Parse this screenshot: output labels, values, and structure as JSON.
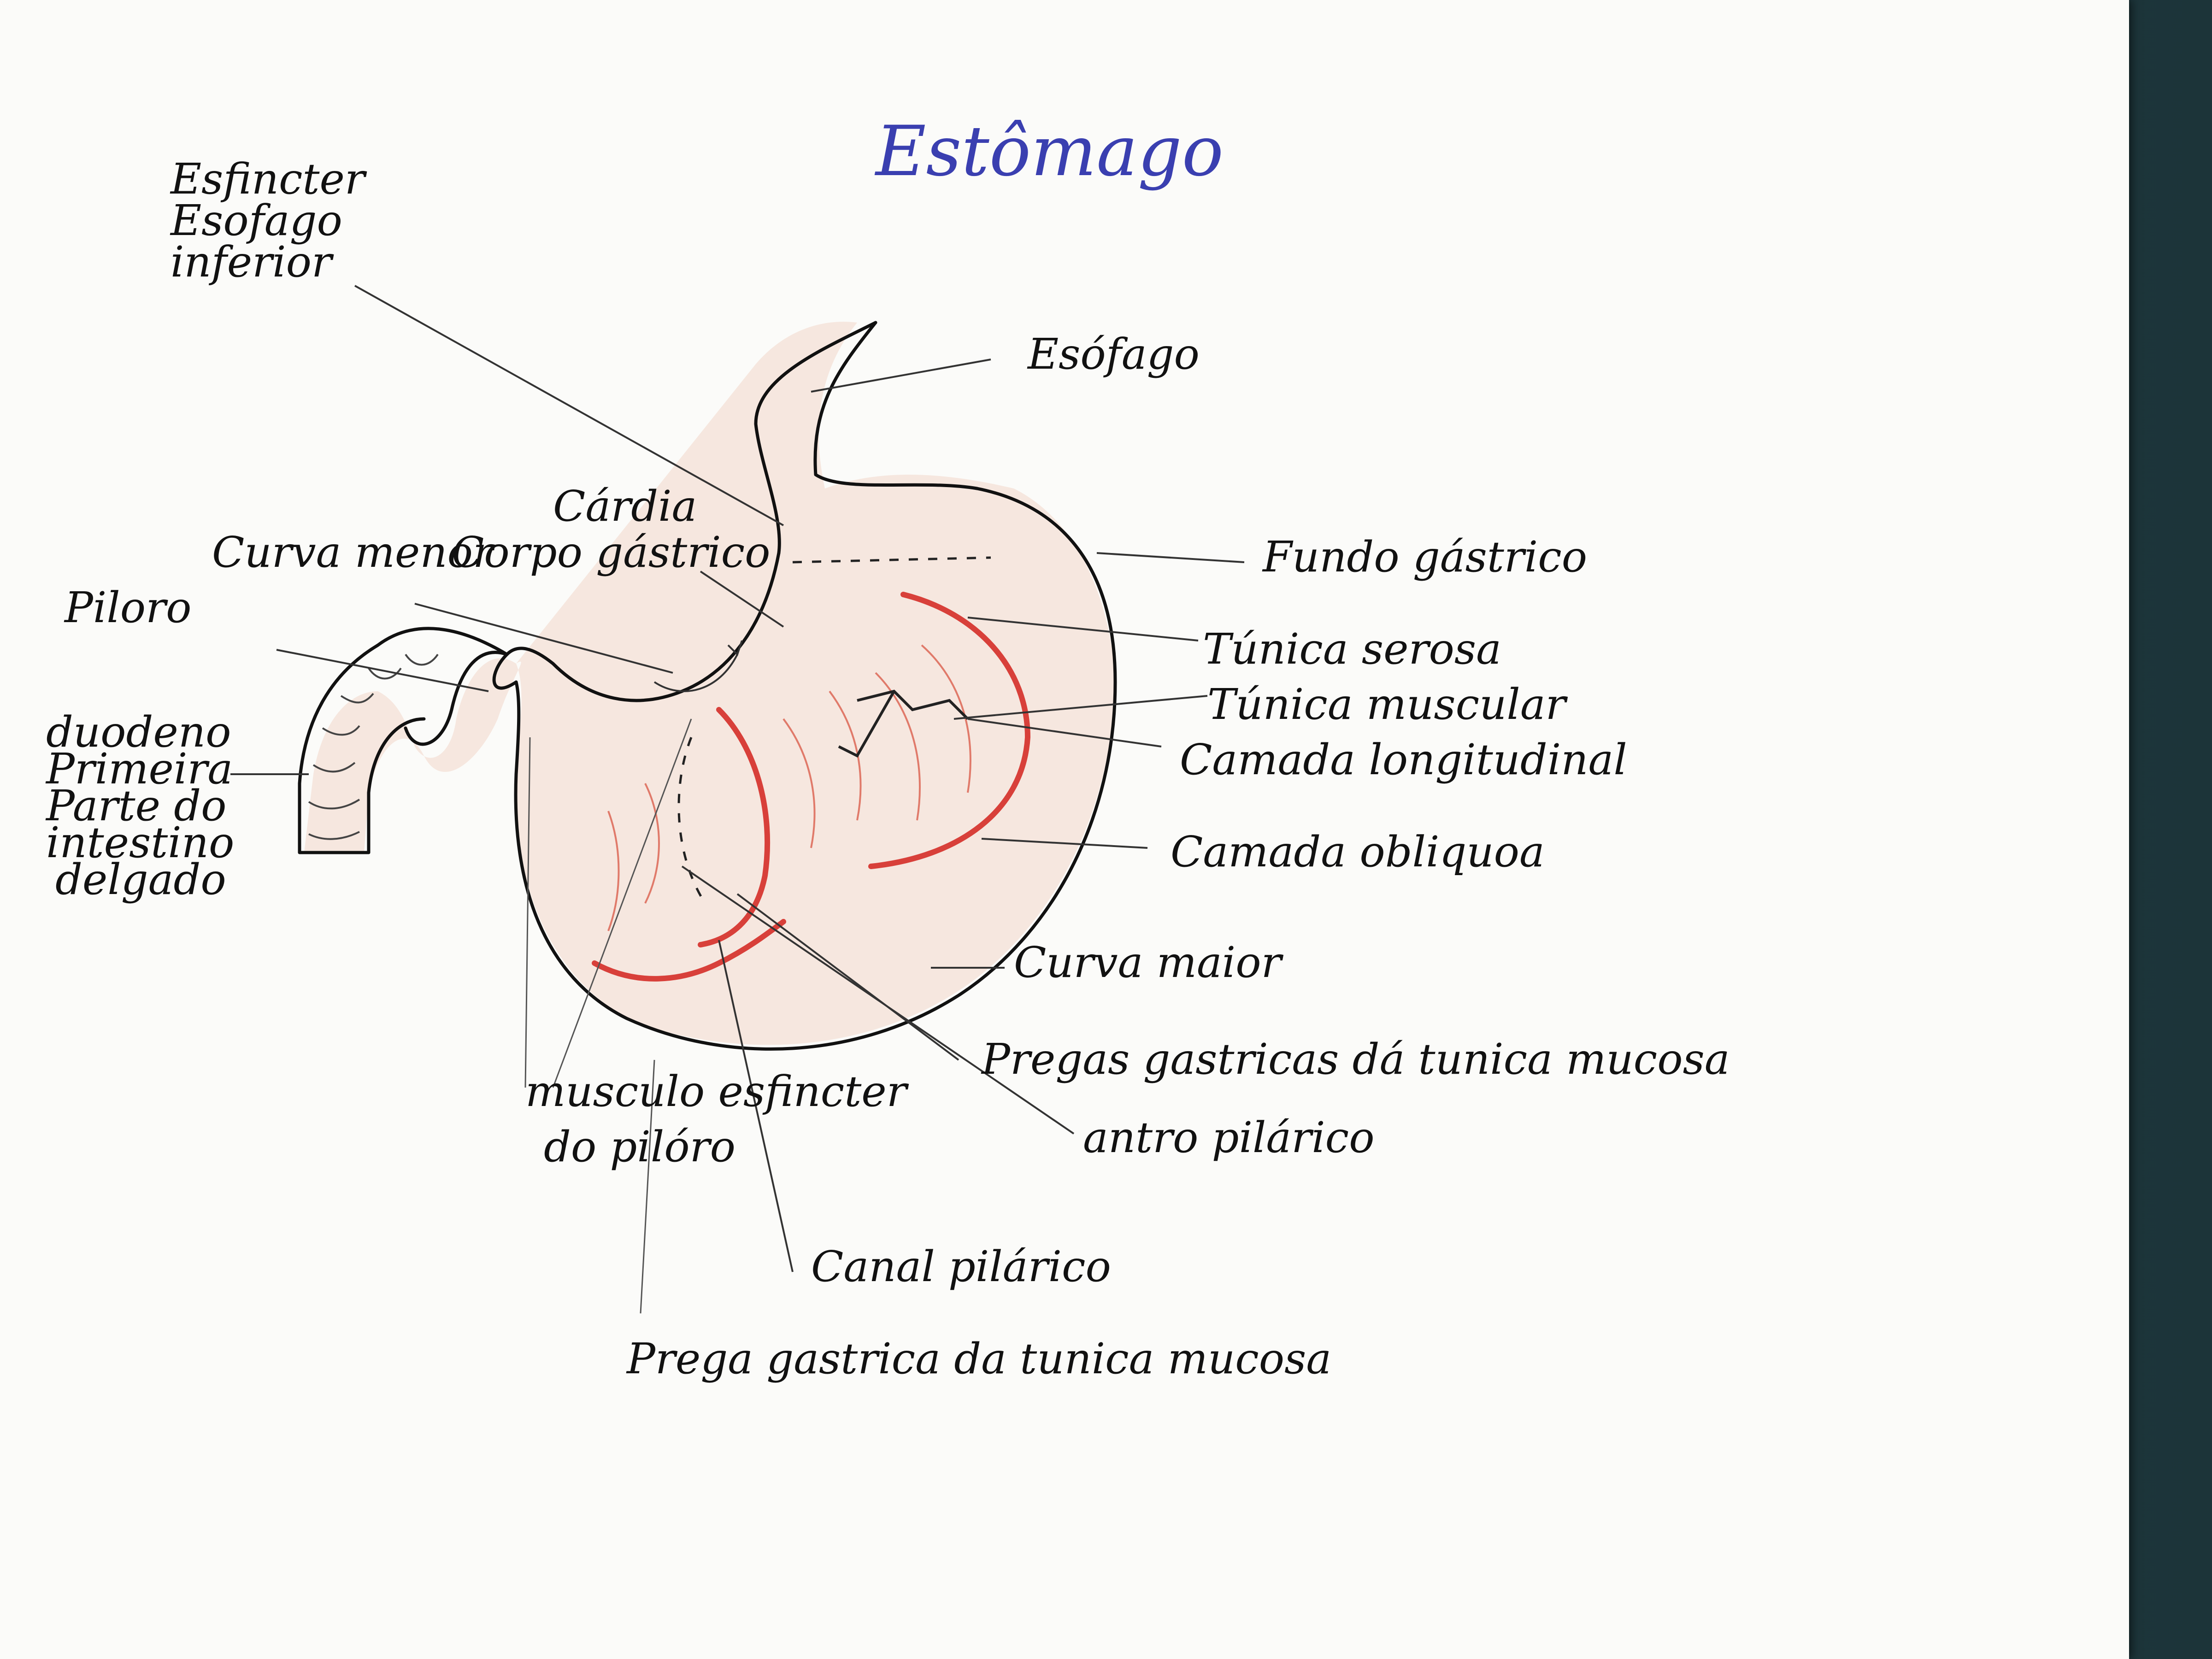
{
  "title": "Estômago",
  "labels": {
    "esfincter_esofago_inferior": [
      "Esfincter",
      "Esofago",
      "inferior"
    ],
    "esofago": "Esófago",
    "cardia": "Cárdia",
    "corpo_gastrico": "Corpo gástrico",
    "curva_menor": "Curva menor",
    "piloro": "Piloro",
    "fundo_gastrico": "Fundo gástrico",
    "tunica_serosa": "Túnica serosa",
    "tunica_muscular": "Túnica muscular",
    "camada_longitudinal": "Camada longitudinal",
    "camada_obliqua": "Camada obliquoa",
    "curva_maior": "Curva maior",
    "duodeno": [
      "duodeno",
      "Primeira",
      "Parte do",
      "intestino",
      "delgado"
    ],
    "pregas_gastricas": "Pregas gastricas dá tunica mucosa",
    "musculo_esfincter": [
      "musculo esfincter",
      "do pilóro"
    ],
    "antro_pilorico": "antro pilárico",
    "canal_pilorico": "Canal pilárico",
    "prega_gastrica": "Prega gastrica da tunica mucosa"
  },
  "colors": {
    "title": "#3a3fb0",
    "ink": "#111111",
    "red": "#d8403a",
    "paper": "#fbfbf9"
  }
}
